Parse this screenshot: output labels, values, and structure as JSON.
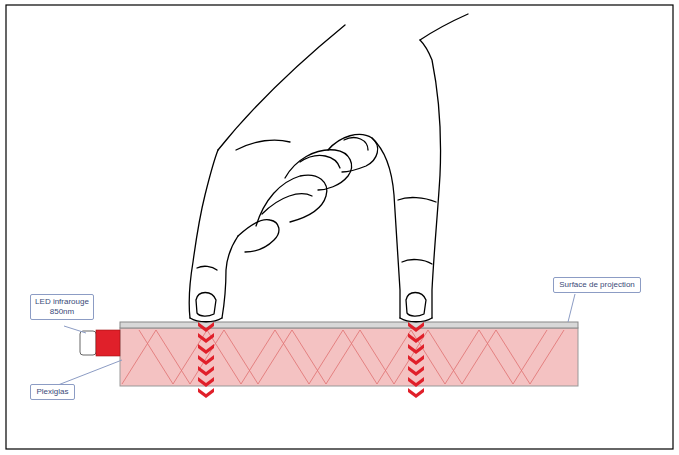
{
  "diagram": {
    "nodes": [
      {
        "text": [
          "LED infrarouge 850nm"
        ]
      },
      {
        "text": [
          "Surface de projection"
        ]
      },
      {
        "text": [
          "Plexiglas"
        ]
      }
    ]
  }
}
